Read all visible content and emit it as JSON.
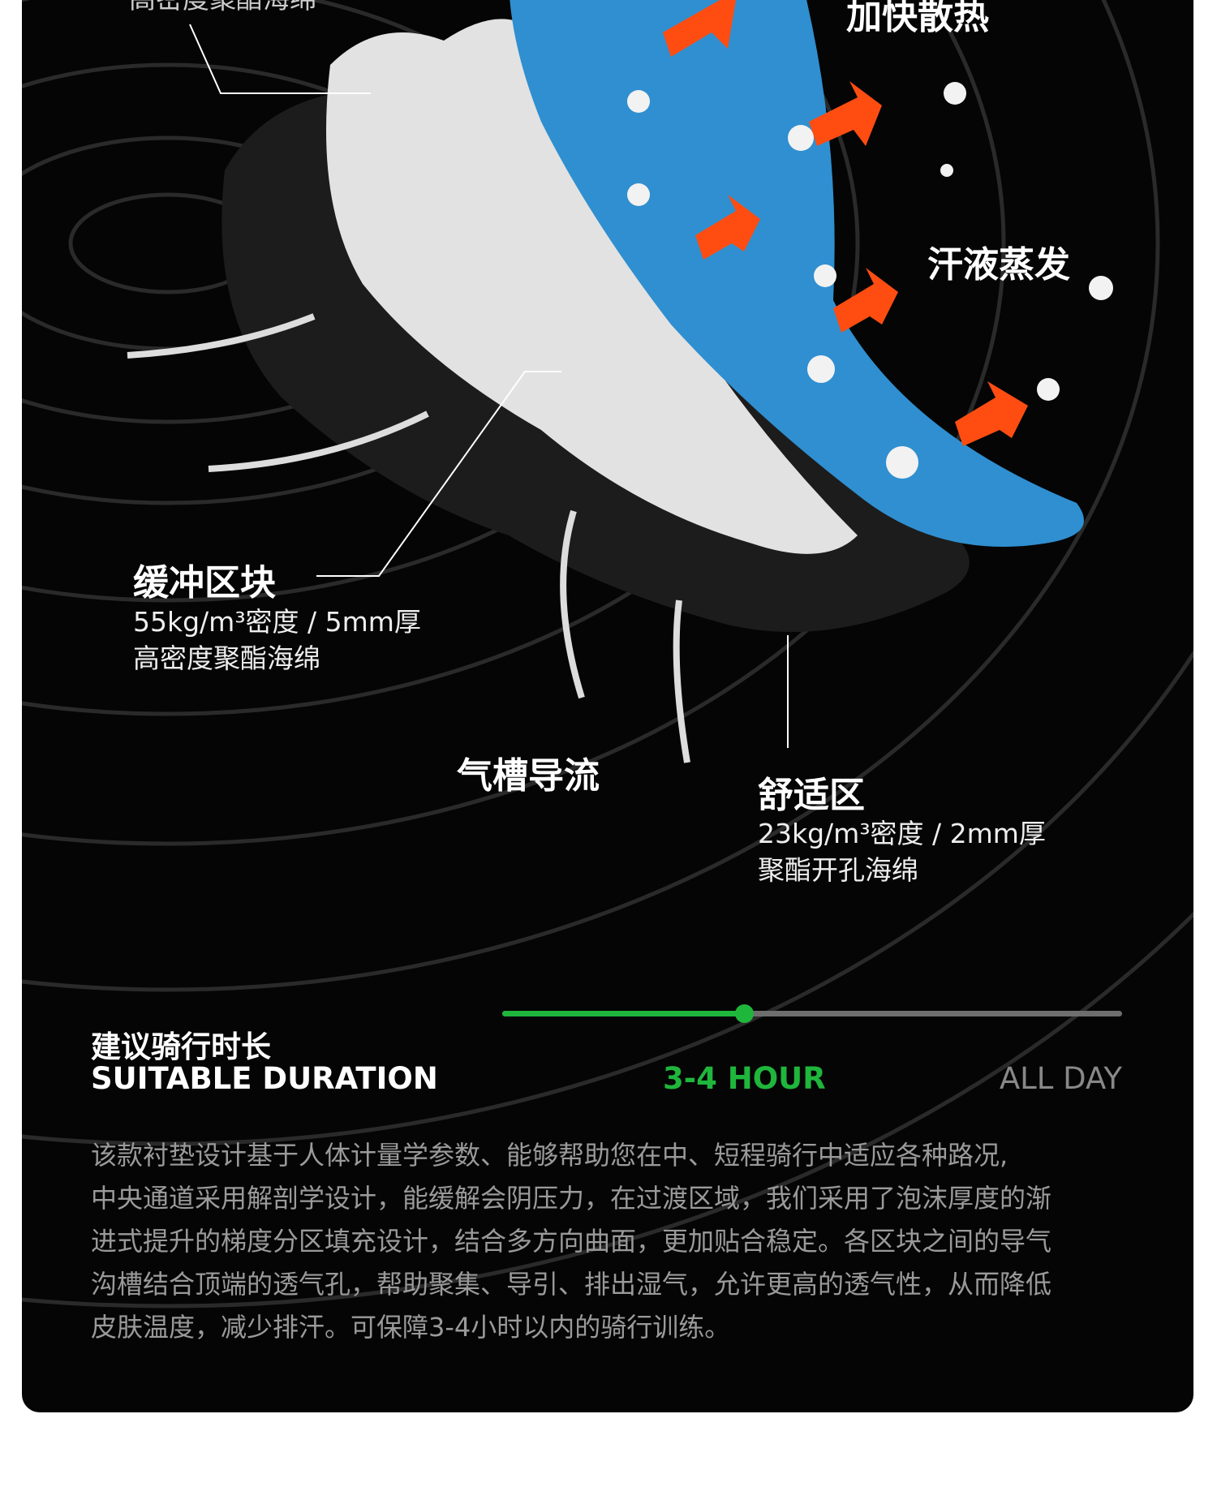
{
  "labels": {
    "top_left_cut": "高密度聚酯海绵",
    "top_right": "加快散热",
    "sweat": "汗液蒸发",
    "cushion_title": "缓冲区块",
    "cushion_spec": "55kg/m³密度 / 5mm厚",
    "cushion_material": "高密度聚酯海绵",
    "airflow": "气槽导流",
    "comfort_title": "舒适区",
    "comfort_spec": "23kg/m³密度 / 2mm厚",
    "comfort_material": "聚酯开孔海绵"
  },
  "duration": {
    "title_cn": "建议骑行时长",
    "title_en": "SUITABLE DURATION",
    "current": "3-4 HOUR",
    "max": "ALL DAY",
    "progress_fraction": 0.39,
    "accent": "#1fb63c"
  },
  "description": [
    "该款衬垫设计基于人体计量学参数、能够帮助您在中、短程骑行中适应各种路况,",
    "中央通道采用解剖学设计，能缓解会阴压力，在过渡区域，我们采用了泡沫厚度的渐",
    "进式提升的梯度分区填充设计，结合多方向曲面，更加贴合稳定。各区块之间的导气",
    "沟槽结合顶端的透气孔，帮助聚集、导引、排出湿气，允许更高的透气性，从而降低",
    "皮肤温度，减少排汗。可保障3-4小时以内的骑行训练。"
  ]
}
